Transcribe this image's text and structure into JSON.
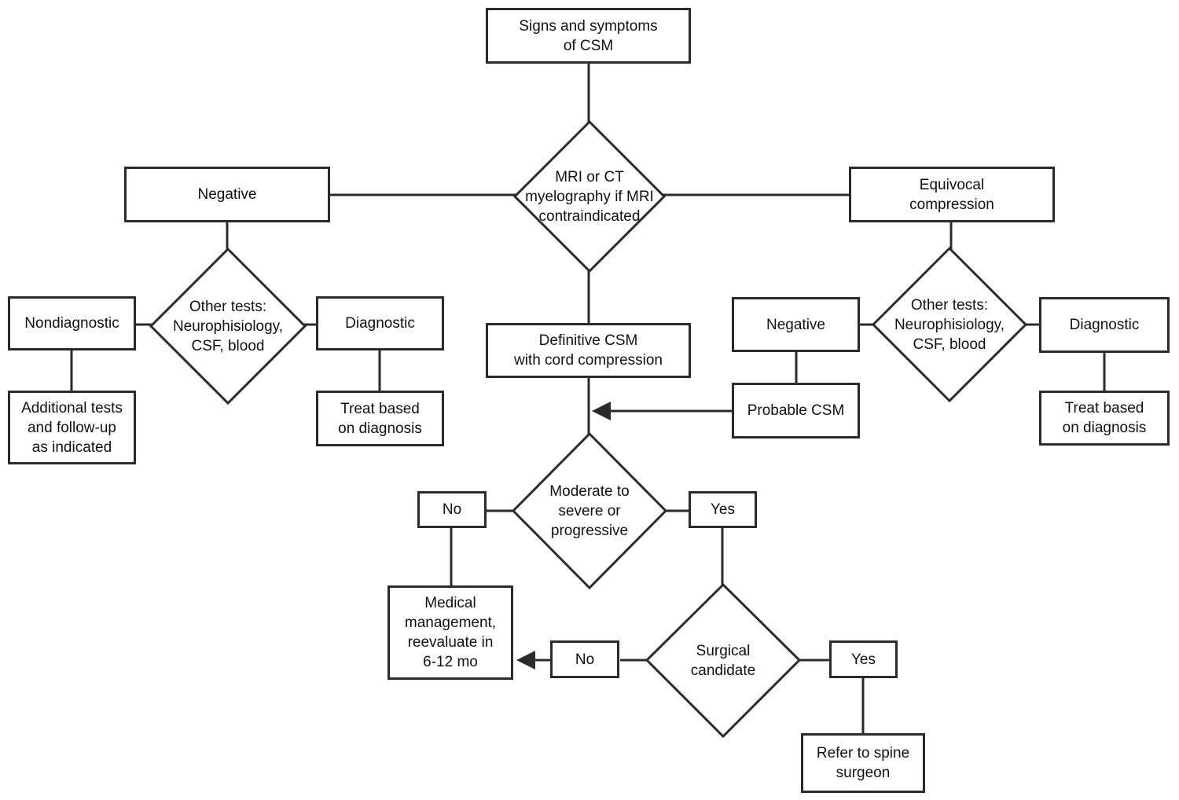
{
  "diagram": {
    "colors": {
      "line": "#2b2b2b",
      "text": "#111111",
      "background": "#ffffff"
    },
    "nodes": {
      "signs": {
        "type": "process",
        "label": "Signs and symptoms\nof CSM"
      },
      "mri": {
        "type": "decision",
        "label": "MRI or CT\nmyelography if MRI\ncontraindicated"
      },
      "negative_left": {
        "type": "process",
        "label": "Negative"
      },
      "equivocal": {
        "type": "process",
        "label": "Equivocal\ncompression"
      },
      "other_tests_left": {
        "type": "decision",
        "label": "Other tests:\nNeurophisiology,\nCSF, blood"
      },
      "other_tests_right": {
        "type": "decision",
        "label": "Other tests:\nNeurophisiology,\nCSF, blood"
      },
      "nondiagnostic": {
        "type": "process",
        "label": "Nondiagnostic"
      },
      "diagnostic_left": {
        "type": "process",
        "label": "Diagnostic"
      },
      "additional_tests": {
        "type": "process",
        "label": "Additional tests\nand follow-up\nas indicated"
      },
      "treat_left": {
        "type": "process",
        "label": "Treat based\non diagnosis"
      },
      "definitive": {
        "type": "process",
        "label": "Definitive CSM\nwith cord compression"
      },
      "negative_right": {
        "type": "process",
        "label": "Negative"
      },
      "probable": {
        "type": "process",
        "label": "Probable CSM"
      },
      "diagnostic_right": {
        "type": "process",
        "label": "Diagnostic"
      },
      "treat_right": {
        "type": "process",
        "label": "Treat based\non diagnosis"
      },
      "moderate": {
        "type": "decision",
        "label": "Moderate to\nsevere or\nprogressive"
      },
      "no1": {
        "type": "process",
        "label": "No"
      },
      "yes1": {
        "type": "process",
        "label": "Yes"
      },
      "medical": {
        "type": "process",
        "label": "Medical\nmanagement,\nreevaluate in\n6-12 mo"
      },
      "surgical": {
        "type": "decision",
        "label": "Surgical\ncandidate"
      },
      "no2": {
        "type": "process",
        "label": "No"
      },
      "yes2": {
        "type": "process",
        "label": "Yes"
      },
      "refer": {
        "type": "process",
        "label": "Refer to spine\nsurgeon"
      }
    }
  }
}
